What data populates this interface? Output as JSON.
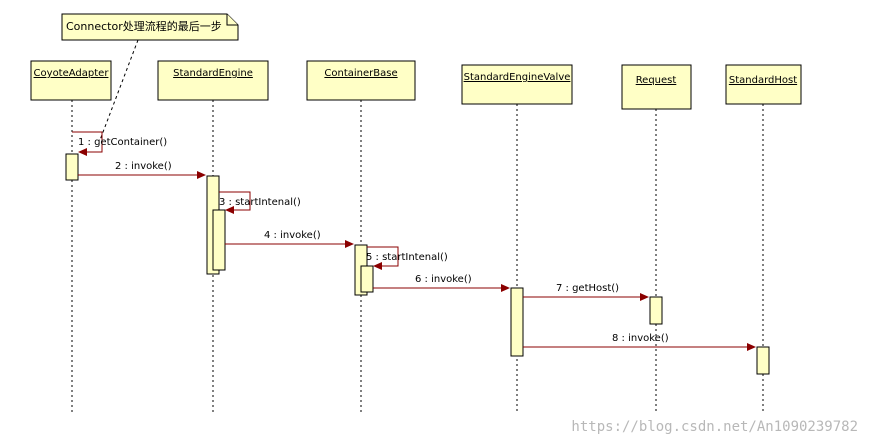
{
  "note": "Connector处理流程的最后一步",
  "participants": [
    {
      "id": "p0",
      "label": "CoyoteAdapter"
    },
    {
      "id": "p1",
      "label": "StandardEngine"
    },
    {
      "id": "p2",
      "label": "ContainerBase"
    },
    {
      "id": "p3",
      "label": "StandardEngineValve"
    },
    {
      "id": "p4",
      "label": "Request"
    },
    {
      "id": "p5",
      "label": "StandardHost"
    }
  ],
  "messages": [
    {
      "label": "1 : getContainer()"
    },
    {
      "label": "2 : invoke()"
    },
    {
      "label": "3 : startIntenal()"
    },
    {
      "label": "4 : invoke()"
    },
    {
      "label": "5 : startIntenal()"
    },
    {
      "label": "6 : invoke()"
    },
    {
      "label": "7 : getHost()"
    },
    {
      "label": "8 : invoke()"
    }
  ],
  "watermark": "https://blog.csdn.net/An1090239782",
  "colors": {
    "box_fill": "#ffffc6",
    "arrow": "#8b0000",
    "watermark": "#b8b8b8"
  }
}
